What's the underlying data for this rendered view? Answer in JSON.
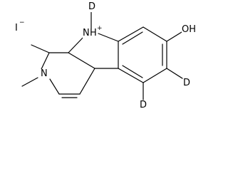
{
  "structure": {
    "counterion": "I",
    "counterion_charge": "−",
    "pyridine_nitrogen": "N",
    "indole_nitrogen": "N",
    "indole_nitrogen_hydrogen": "H",
    "indole_nitrogen_charge": "+",
    "deuterium_on_nitrogen": "D",
    "deuterium_ring_upper": "D",
    "deuterium_ring_lower": "D",
    "hydroxyl": "OH"
  }
}
